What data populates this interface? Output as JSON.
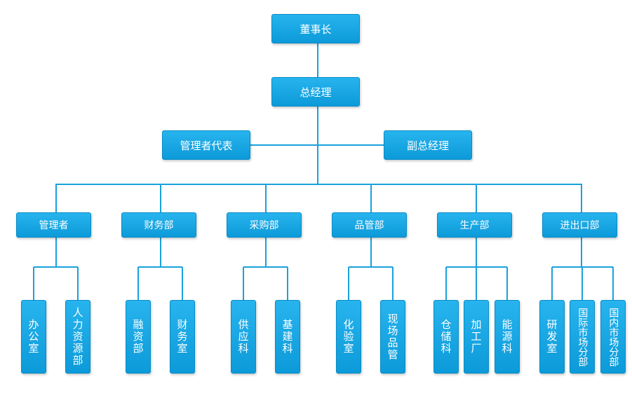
{
  "chairman": "董事长",
  "general_manager": "总经理",
  "management_rep": "管理者代表",
  "deputy_gm": "副总经理",
  "departments": [
    {
      "name": "管理者",
      "units": [
        "办公室",
        "人力资源部"
      ]
    },
    {
      "name": "财务部",
      "units": [
        "融资部",
        "财务室"
      ]
    },
    {
      "name": "采购部",
      "units": [
        "供应科",
        "基建科"
      ]
    },
    {
      "name": "品管部",
      "units": [
        "化验室",
        "现场品管"
      ]
    },
    {
      "name": "生产部",
      "units": [
        "仓储科",
        "加工厂",
        "能源科"
      ]
    },
    {
      "name": "进出口部",
      "units": [
        "研发室",
        "国际市场分部",
        "国内市场分部"
      ]
    }
  ]
}
